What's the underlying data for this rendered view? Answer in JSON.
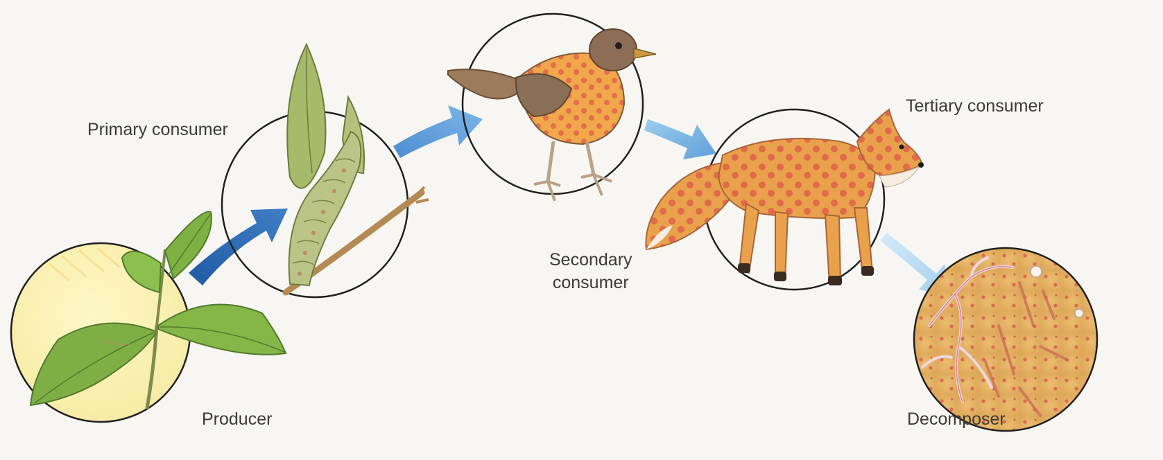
{
  "diagram": {
    "nodes": [
      {
        "id": "producer",
        "label": "Producer",
        "icon": "leaf-plant-icon"
      },
      {
        "id": "primary",
        "label": "Primary consumer",
        "icon": "caterpillar-icon"
      },
      {
        "id": "secondary",
        "label_lines": [
          "Secondary",
          "consumer"
        ],
        "icon": "bird-icon"
      },
      {
        "id": "tertiary",
        "label": "Tertiary consumer",
        "icon": "fox-icon"
      },
      {
        "id": "decomposer",
        "label": "Decomposer",
        "icon": "fungi-bacteria-icon"
      }
    ],
    "edges": [
      {
        "from": "producer",
        "to": "primary"
      },
      {
        "from": "primary",
        "to": "secondary"
      },
      {
        "from": "secondary",
        "to": "tertiary"
      },
      {
        "from": "tertiary",
        "to": "decomposer"
      }
    ]
  },
  "colors": {
    "background": "#f7f6f2",
    "outline": "#1f1f1f",
    "arrow_dark": "#2f67ad",
    "arrow_light": "#a9d3ee",
    "producer_fill": "#fbf3b8",
    "decomposer_fill": "#e6b566"
  },
  "labels": {
    "primary": "Primary consumer",
    "secondary_line1": "Secondary",
    "secondary_line2": "consumer",
    "tertiary": "Tertiary consumer",
    "producer": "Producer",
    "decomposer": "Decomposer"
  }
}
